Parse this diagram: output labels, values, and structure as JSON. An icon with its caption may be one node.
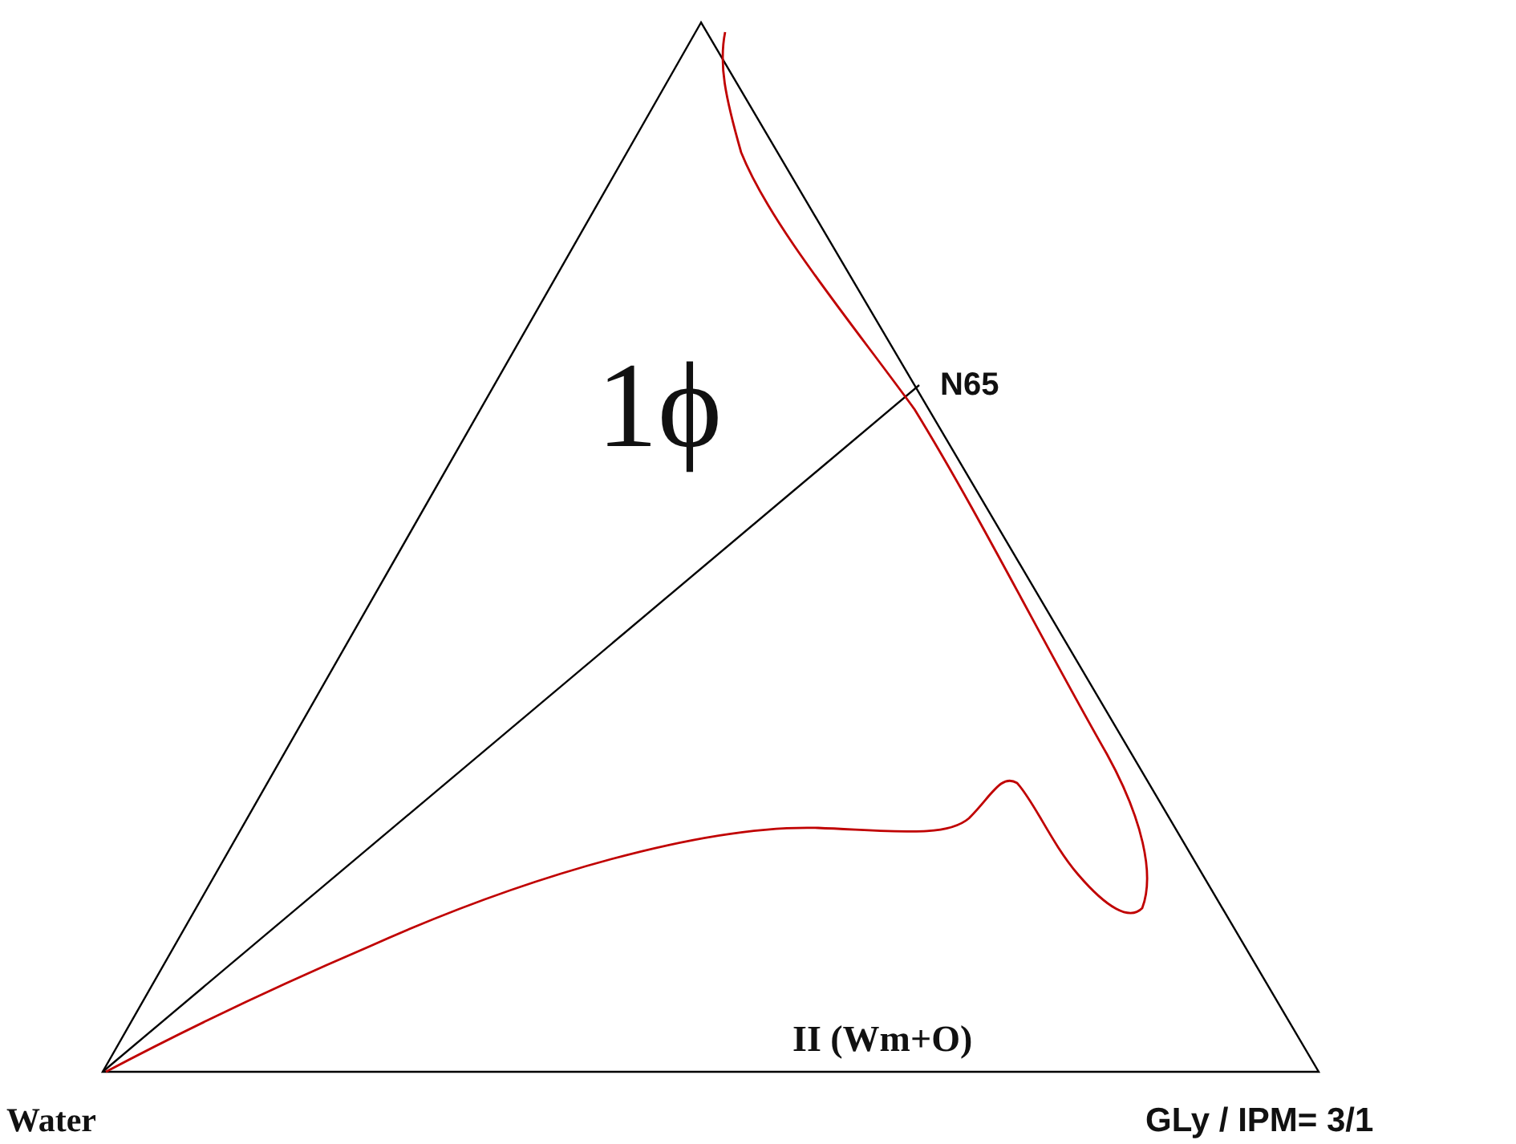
{
  "diagram": {
    "labels": [
      "1ϕ",
      "N65",
      "II (Wm+O)",
      "Water",
      "GLy / IPM= 3/1"
    ]
  }
}
